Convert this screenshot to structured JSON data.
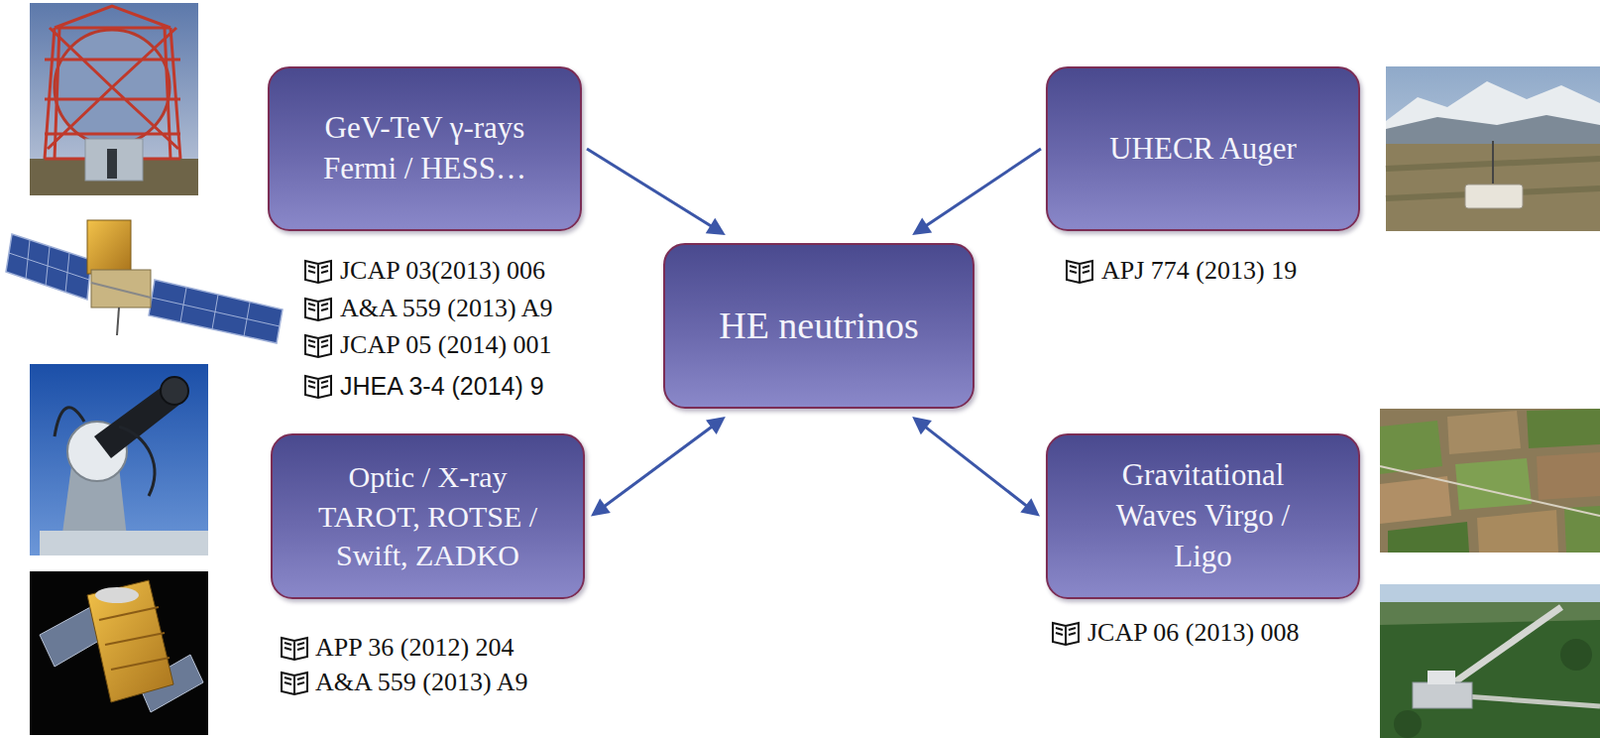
{
  "diagram": {
    "nodes": [
      {
        "text": [
          "GeV-TeV γ-rays Fermi / HESS…"
        ]
      },
      {
        "text": [
          "UHECR Auger"
        ]
      },
      {
        "text": [
          "HE neutrinos"
        ]
      },
      {
        "text": [
          "Optic / X-ray TAROT, ROTSE / Swift, ZADKO"
        ]
      },
      {
        "text": [
          "Gravitational Waves Virgo / Ligo"
        ]
      }
    ],
    "edges": [
      {
        "from": 0,
        "to": 2,
        "arrow": "to"
      },
      {
        "from": 1,
        "to": 2,
        "arrow": "to"
      },
      {
        "from": 2,
        "to": 3,
        "arrow": "both"
      },
      {
        "from": 2,
        "to": 4,
        "arrow": "both"
      }
    ],
    "labels": [
      "JCAP 03(2013) 006",
      "A&A 559 (2013) A9",
      "JCAP 05 (2014) 001",
      "JHEA 3-4 (2014) 9",
      "APJ 774 (2013) 19",
      "APP 36 (2012) 204",
      "A&A 559 (2013) A9",
      "JCAP 06 (2013) 008"
    ]
  }
}
